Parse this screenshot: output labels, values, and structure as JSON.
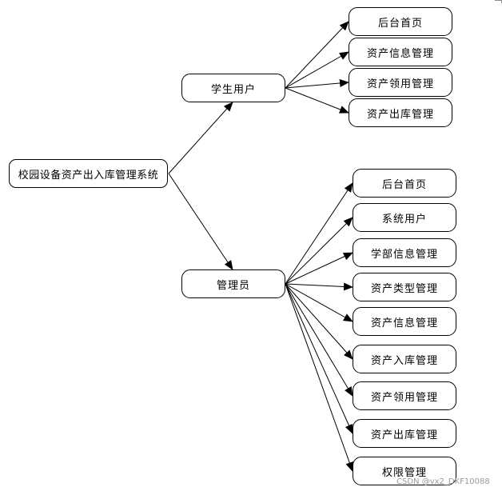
{
  "root": {
    "label": "校园设备资产出入库管理系统"
  },
  "student": {
    "label": "学生用户",
    "modules": [
      "后台首页",
      "资产信息管理",
      "资产领用管理",
      "资产出库管理"
    ]
  },
  "admin": {
    "label": "管理员",
    "modules": [
      "后台首页",
      "系统用户",
      "学部信息管理",
      "资产类型管理",
      "资产信息管理",
      "资产入库管理",
      "资产领用管理",
      "资产出库管理",
      "权限管理"
    ]
  },
  "watermark": "CSDN @vx2_DKF10088",
  "colors": {
    "line": "#000000",
    "box_border": "#000000",
    "background": "#ffffff"
  }
}
